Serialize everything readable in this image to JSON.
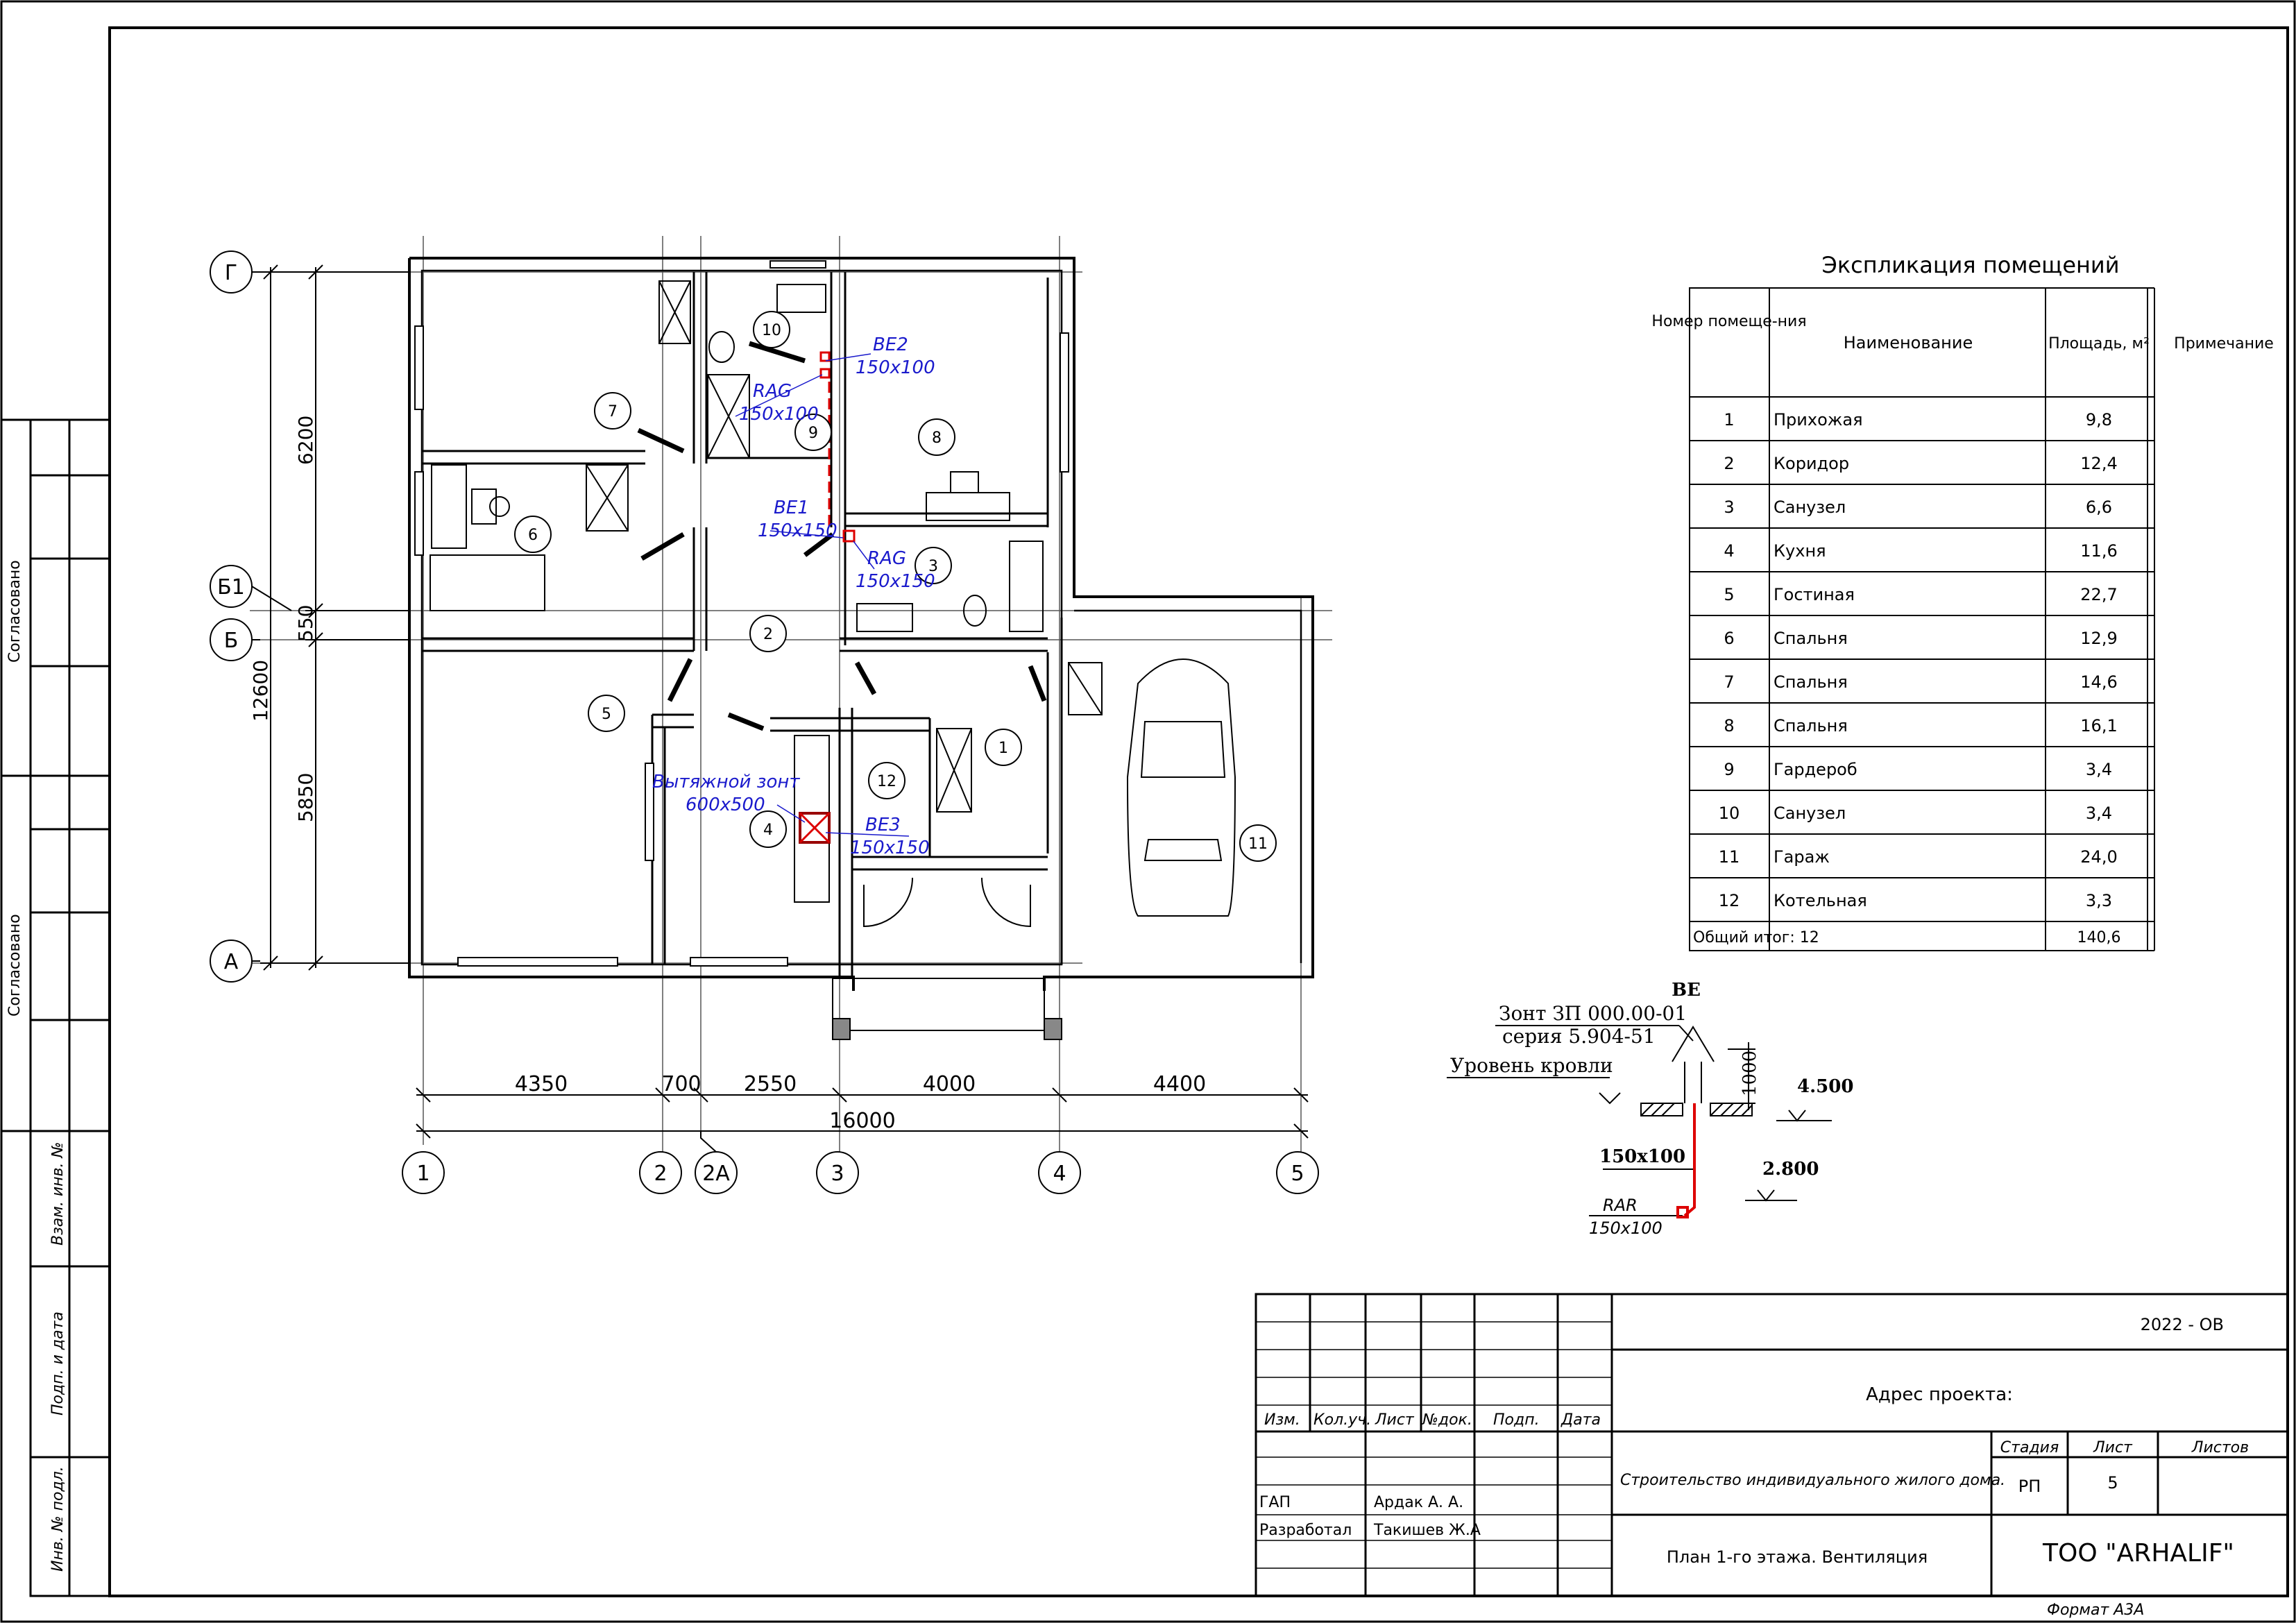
{
  "plan": {
    "axes_rows": [
      "Г",
      "Б1",
      "Б",
      "А"
    ],
    "axes_cols": [
      "1",
      "2",
      "2А",
      "3",
      "4",
      "5"
    ],
    "dims_vertical": {
      "total": "12600",
      "upper": "6200",
      "middle": "550",
      "lower": "5850"
    },
    "dims_horizontal": [
      "4350",
      "700",
      "2550",
      "4000",
      "4400"
    ],
    "dim_total": "16000",
    "room_numbers": [
      "1",
      "2",
      "3",
      "4",
      "5",
      "6",
      "7",
      "8",
      "9",
      "10",
      "11",
      "12"
    ],
    "vent_labels": {
      "be2_name": "ВЕ2",
      "be2_size": "150х100",
      "rag1_name": "RAG",
      "rag1_size": "150х100",
      "be1_name": "ВЕ1",
      "be1_size": "150х150",
      "rag2_name": "RAG",
      "rag2_size": "150х150",
      "hood_name": "Вытяжной зонт",
      "hood_size": "600х500",
      "be3_name": "ВЕ3",
      "be3_size": "150х150"
    }
  },
  "detail": {
    "title": "ВЕ",
    "umbrella": "Зонт ЗП 000.00-01",
    "series": "серия 5.904-51",
    "roof_level": "Уровень кровли",
    "height": "1000",
    "elev_top": "4.500",
    "duct_size": "150х100",
    "elev_bottom": "2.800",
    "grille": "RAR",
    "grille_size": "150х100"
  },
  "explication": {
    "title": "Экспликация помещений",
    "headers": {
      "number": "Номер помеще-ния",
      "name": "Наименование",
      "area": "Площадь, м²",
      "note": "Примечание"
    },
    "rows": [
      {
        "n": "1",
        "name": "Прихожая",
        "area": "9,8"
      },
      {
        "n": "2",
        "name": "Коридор",
        "area": "12,4"
      },
      {
        "n": "3",
        "name": "Санузел",
        "area": "6,6"
      },
      {
        "n": "4",
        "name": "Кухня",
        "area": "11,6"
      },
      {
        "n": "5",
        "name": "Гостиная",
        "area": "22,7"
      },
      {
        "n": "6",
        "name": "Спальня",
        "area": "12,9"
      },
      {
        "n": "7",
        "name": "Спальня",
        "area": "14,6"
      },
      {
        "n": "8",
        "name": "Спальня",
        "area": "16,1"
      },
      {
        "n": "9",
        "name": "Гардероб",
        "area": "3,4"
      },
      {
        "n": "10",
        "name": "Санузел",
        "area": "3,4"
      },
      {
        "n": "11",
        "name": "Гараж",
        "area": "24,0"
      },
      {
        "n": "12",
        "name": "Котельная",
        "area": "3,3"
      }
    ],
    "total_label": "Общий итог: 12",
    "total_area": "140,6"
  },
  "side": {
    "agreed1": "Согласовано",
    "agreed2": "Согласовано",
    "inv_replace": "Взам. инв. №",
    "sign_date": "Подп. и дата",
    "inv_orig": "Инв. № подл."
  },
  "stamp": {
    "code": "2022 - ОВ",
    "address": "Адрес проекта:",
    "col_headers": [
      "Изм.",
      "Кол.уч.",
      "Лист",
      "№док.",
      "Подп.",
      "Дата"
    ],
    "project": "Строительство индивидуального жилого дома.",
    "stage_label": "Стадия",
    "sheet_label": "Лист",
    "sheets_label": "Листов",
    "stage": "РП",
    "sheet": "5",
    "gap_label": "ГАП",
    "gap_name": "Ардак А. А.",
    "dev_label": "Разработал",
    "dev_name": "Такишев Ж.А",
    "drawing": "План 1-го этажа. Вентиляция",
    "company": "ТОО \"ARHALIF\"",
    "format": "Формат А3А"
  }
}
